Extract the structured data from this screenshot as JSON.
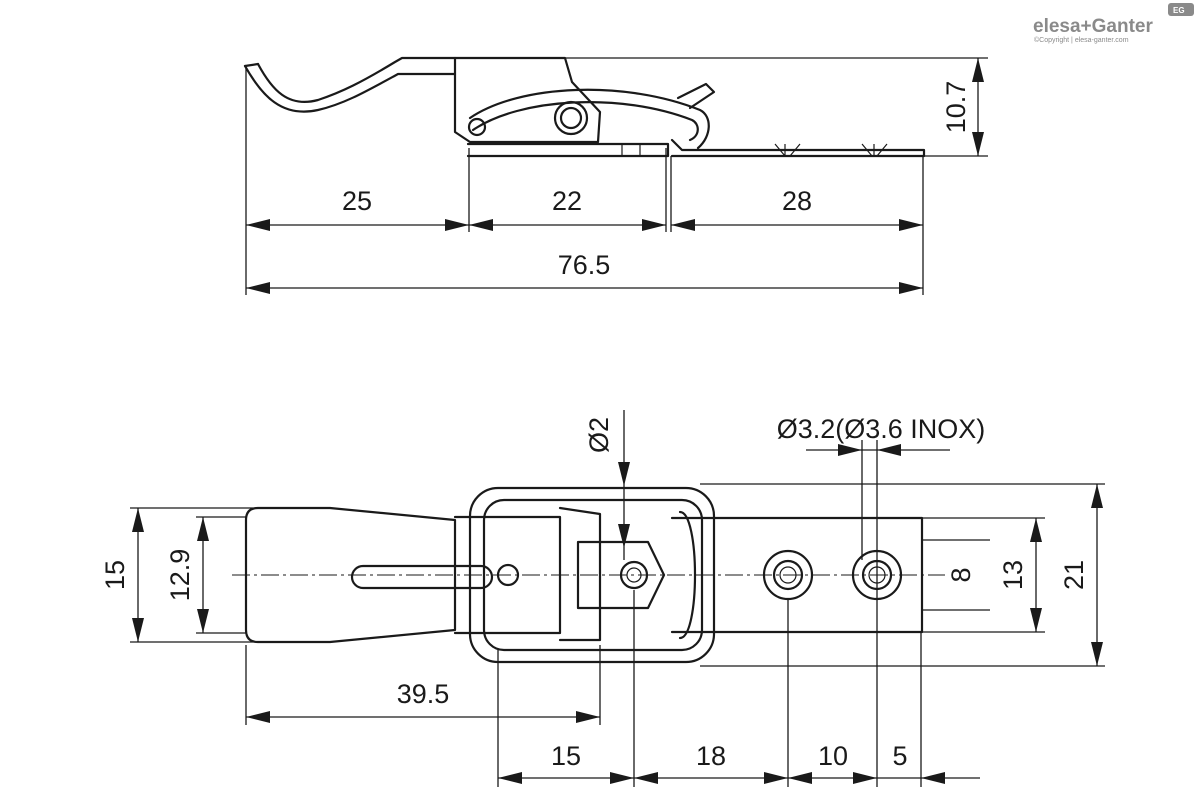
{
  "brand": {
    "logo_text": "elesa+Ganter",
    "copyright": "©Copyright | elesa-ganter.com",
    "badge": "EG"
  },
  "side_view": {
    "dims": {
      "d25": "25",
      "d22": "22",
      "d28": "28",
      "d76_5": "76.5",
      "d10_7": "10.7"
    }
  },
  "top_view": {
    "dims": {
      "d15_left": "15",
      "d12_9": "12.9",
      "d39_5": "39.5",
      "d_dia2": "Ø2",
      "d_dia32": "Ø3.2(Ø3.6 INOX)",
      "d8": "8",
      "d13": "13",
      "d21": "21",
      "d15_bottom": "15",
      "d18": "18",
      "d10": "10",
      "d5": "5"
    }
  }
}
